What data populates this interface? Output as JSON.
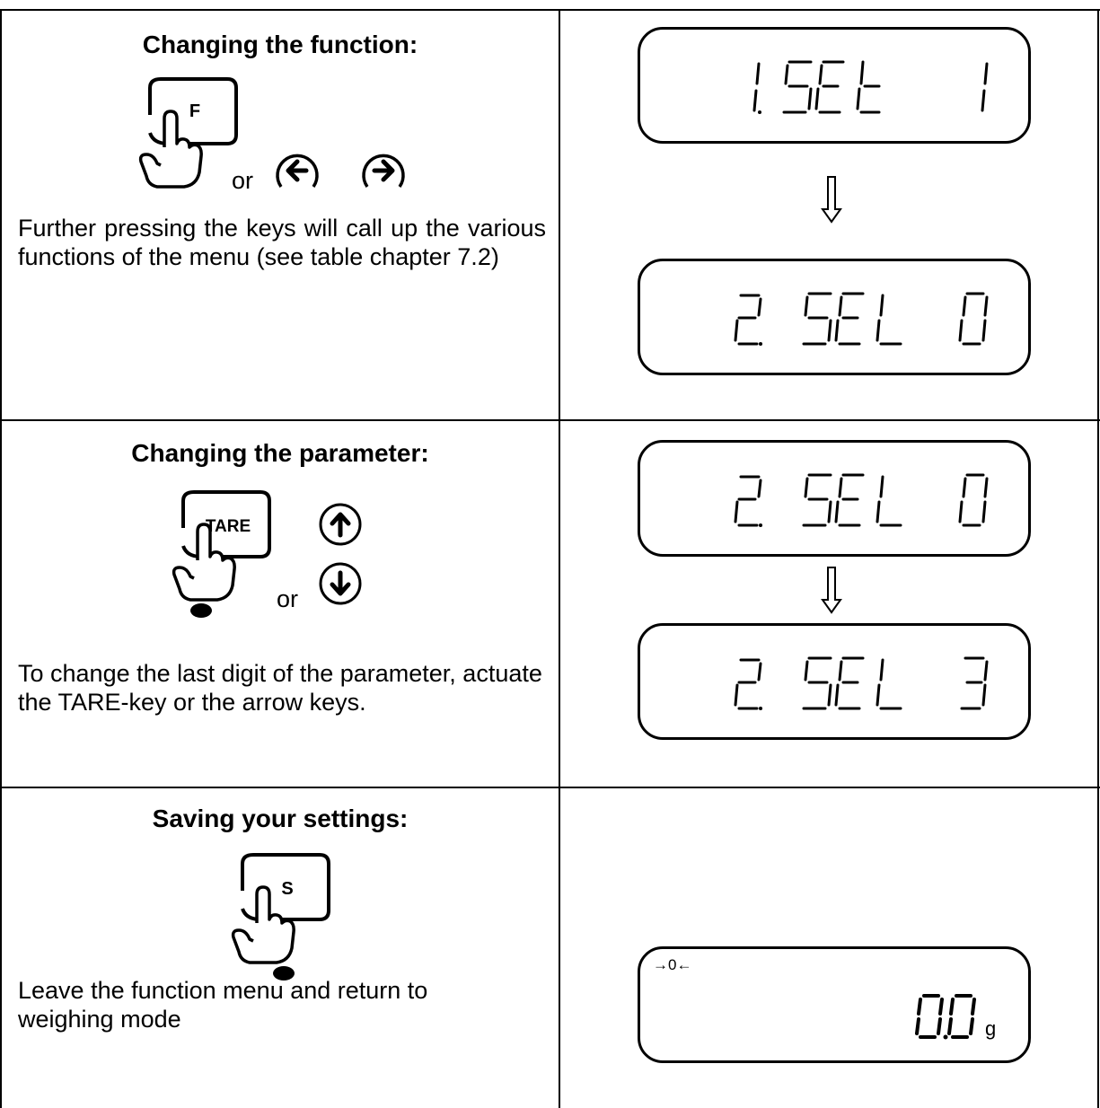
{
  "rows": [
    {
      "heading": "Changing the function:",
      "keys": {
        "main_key": "F",
        "or_label": "or",
        "nav_keys": [
          "left-arrow",
          "right-arrow"
        ]
      },
      "description": "Further pressing the keys will call up the various functions of the menu (see table chapter 7.2)",
      "displays": [
        {
          "index": "1.",
          "code": "SEt",
          "value": "1"
        },
        {
          "index": "2.",
          "code": "SEL",
          "value": "0"
        }
      ]
    },
    {
      "heading": "Changing the parameter:",
      "keys": {
        "main_key": "TARE",
        "or_label": "or",
        "nav_keys": [
          "up-arrow",
          "down-arrow"
        ]
      },
      "description": "To change the last digit of the parameter, actuate the TARE-key or the arrow keys.",
      "displays": [
        {
          "index": "2.",
          "code": "SEL",
          "value": "0"
        },
        {
          "index": "2.",
          "code": "SEL",
          "value": "3"
        }
      ]
    },
    {
      "heading": "Saving your settings:",
      "keys": {
        "main_key": "S"
      },
      "description": "Leave the function menu and return to weighing mode",
      "weighing_display": {
        "zero_indicator": "→0←",
        "reading": "0.0",
        "unit": "g"
      }
    }
  ]
}
